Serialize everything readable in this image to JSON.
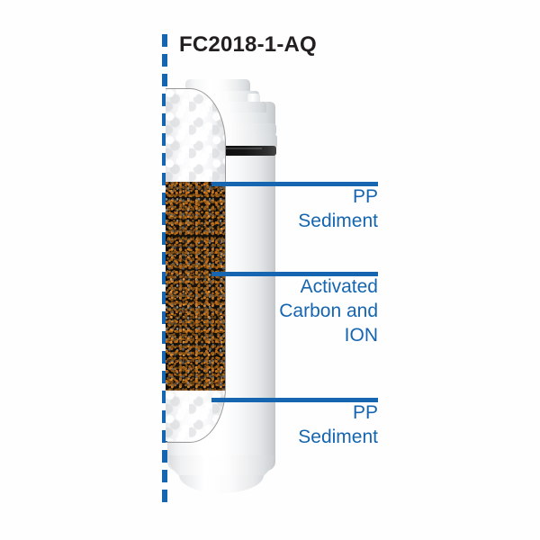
{
  "title": "FC2018-1-AQ",
  "colors": {
    "accent_blue": "#1565b0",
    "title_text": "#231f20",
    "background": "#ffffff",
    "oring_black": "#0b0b0b",
    "carbon_dark": "#15110c",
    "carbon_orange": "#d98327",
    "pp_white": "#f3f4f5"
  },
  "centerline": {
    "style": "dashed",
    "orientation": "vertical",
    "color": "#1565b0"
  },
  "product": {
    "name": "FC2018-1-AQ",
    "type": "inline water filter cartridge cutaway",
    "parts": {
      "cap": "stepped-top-cap",
      "oring": "black-o-ring",
      "housing": "white-cylindrical-housing",
      "bottom_cap": "rounded-bottom-cap"
    }
  },
  "callouts": [
    {
      "id": "pp-sediment-top",
      "label": "PP\nSediment",
      "lines": [
        "PP",
        "Sediment"
      ],
      "layer": "pp-sediment"
    },
    {
      "id": "activated-carbon-ion",
      "label": "Activated\nCarbon and\nION",
      "lines": [
        "Activated",
        "Carbon and",
        "ION"
      ],
      "layer": "activated-carbon"
    },
    {
      "id": "pp-sediment-bottom",
      "label": "PP\nSediment",
      "lines": [
        "PP",
        "Sediment"
      ],
      "layer": "pp-sediment"
    }
  ]
}
